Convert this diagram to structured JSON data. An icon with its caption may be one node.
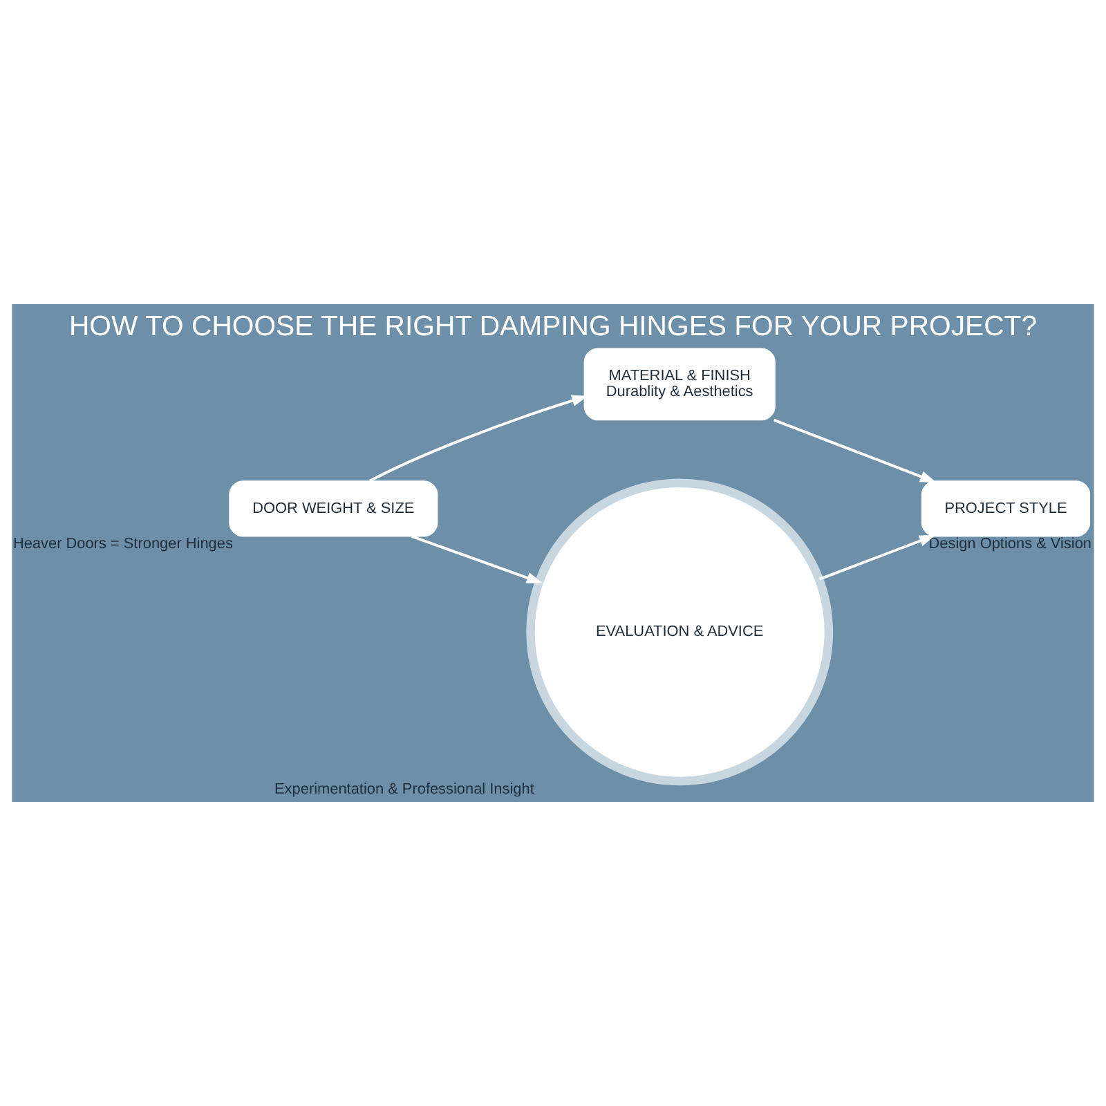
{
  "diagram": {
    "title": "HOW TO CHOOSE THE RIGHT DAMPING HINGES FOR YOUR PROJECT?",
    "nodes": [
      {
        "text": [
          "DOOR WEIGHT & SIZE"
        ],
        "beside": [
          "Heaver Doors = Stronger Hinges"
        ]
      },
      {
        "text": [
          "MATERIAL & FINISH",
          "Durablity & Aesthetics"
        ]
      },
      {
        "text": [
          "EVALUATION & ADVICE"
        ],
        "beside": [
          "Experimentation & Professional Insight"
        ]
      },
      {
        "text": [
          "PROJECT STYLE"
        ],
        "beside": [
          "Design Options & Vision"
        ]
      }
    ],
    "edges": [
      {
        "from": 0,
        "to": 1,
        "arrow": "to"
      },
      {
        "from": 0,
        "to": 2,
        "arrow": "to"
      },
      {
        "from": 1,
        "to": 3,
        "arrow": "to"
      },
      {
        "from": 2,
        "to": 3,
        "arrow": "to"
      }
    ]
  }
}
